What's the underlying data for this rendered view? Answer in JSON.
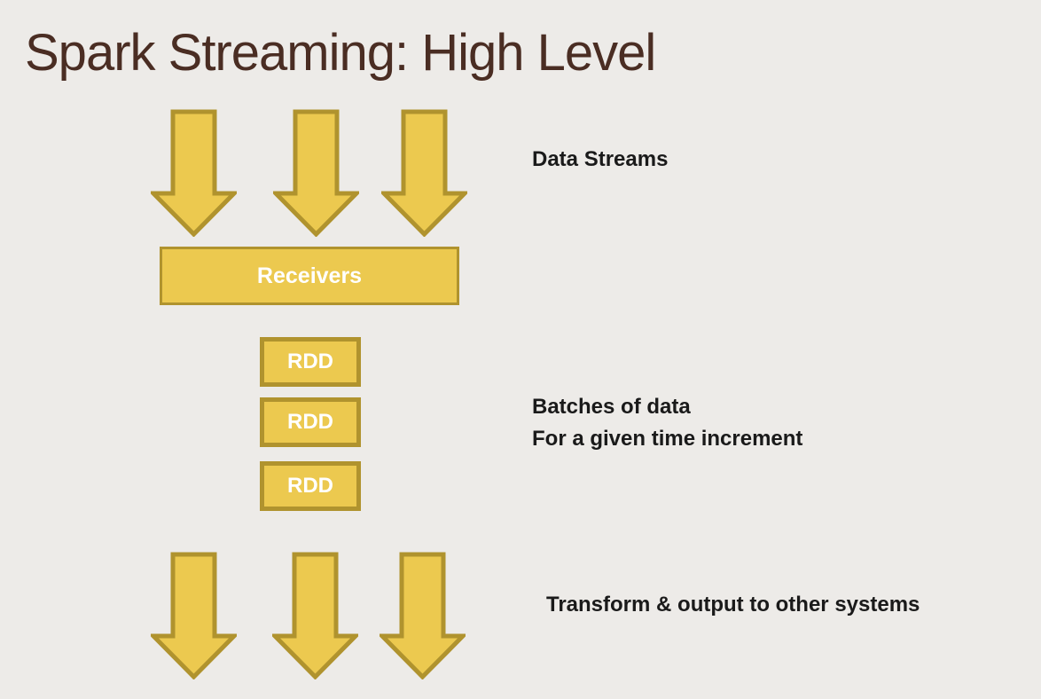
{
  "slide": {
    "title": "Spark Streaming: High Level",
    "boxes": {
      "receivers": "Receivers",
      "rdd": [
        "RDD",
        "RDD",
        "RDD"
      ]
    },
    "labels": {
      "data_streams": "Data Streams",
      "batches_line1": "Batches of data",
      "batches_line2": "For a given time increment",
      "transform": "Transform & output to other systems"
    },
    "colors": {
      "background": "#edebe8",
      "title": "#4a2d23",
      "arrow_fill": "#ecc94f",
      "arrow_border": "#b0932e",
      "box_fill": "#ecc94f",
      "box_border": "#b0932e",
      "box_text": "#ffffff",
      "label_text": "#1a1a1a"
    }
  }
}
